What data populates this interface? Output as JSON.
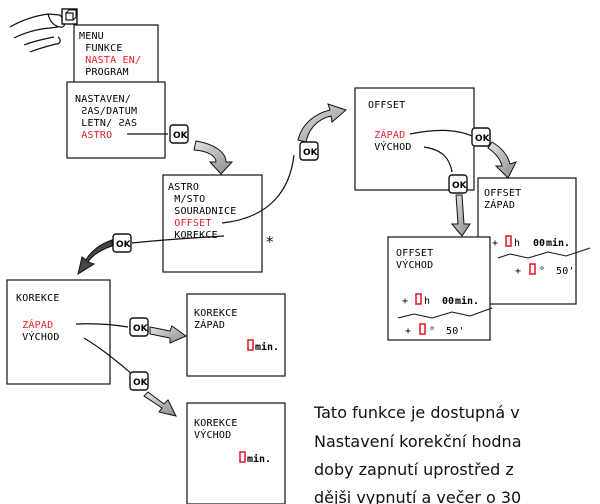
{
  "menu": {
    "lines": [
      "MENU",
      " FUNKCE",
      " NASTA EN/",
      " PROGRAM"
    ],
    "highlight_line": 2
  },
  "settings": {
    "lines": [
      "NASTAVEN/",
      " ƧAS/DATUM",
      " LETN/ ƧAS",
      " ASTRO"
    ],
    "highlight_line": 3
  },
  "astro": {
    "lines": [
      "ASTRO",
      " M/STO",
      " SOURADNICE",
      " OFFSET",
      " KOREKCE"
    ],
    "highlight_line": 3,
    "footnote_mark": "*"
  },
  "offset_menu": {
    "lines": [
      "OFFSET",
      "",
      " ZÁPAD",
      " VÝCHOD"
    ],
    "highlight_line": 2
  },
  "offset_west": {
    "title": [
      "OFFSET",
      "ZÁPAD"
    ],
    "time_prefix": "+",
    "hour_unit": "h",
    "minutes": "00",
    "min_unit": "min.",
    "deg_prefix": "+",
    "deg_sym": "°",
    "arcmin": "50'"
  },
  "offset_east": {
    "title": [
      "OFFSET",
      "VÝCHOD"
    ],
    "time_prefix": "+",
    "hour_unit": "h",
    "minutes": "00",
    "min_unit": "min.",
    "deg_prefix": "+",
    "deg_sym": "°",
    "arcmin": "50'"
  },
  "correction_menu": {
    "lines": [
      "KOREKCE",
      "",
      " ZÁPAD",
      " VÝCHOD"
    ],
    "highlight_line": 2
  },
  "correction_west": {
    "title": [
      "KOREKCE",
      "ZÁPAD"
    ],
    "unit": "min."
  },
  "correction_east": {
    "title": [
      "KOREKCE",
      "VÝCHOD"
    ],
    "unit": "min."
  },
  "ok_label": "OK",
  "note_lines": [
    "Tato funkce je dostupná v",
    "Nastavení korekční hodna",
    "doby zapnutí uprostřed z",
    "dějši vypnutí a večer o 30"
  ],
  "colors": {
    "highlight": "#e8202a",
    "arrow_fill": "#bfbfbf",
    "arrow_dark": "#555555"
  }
}
